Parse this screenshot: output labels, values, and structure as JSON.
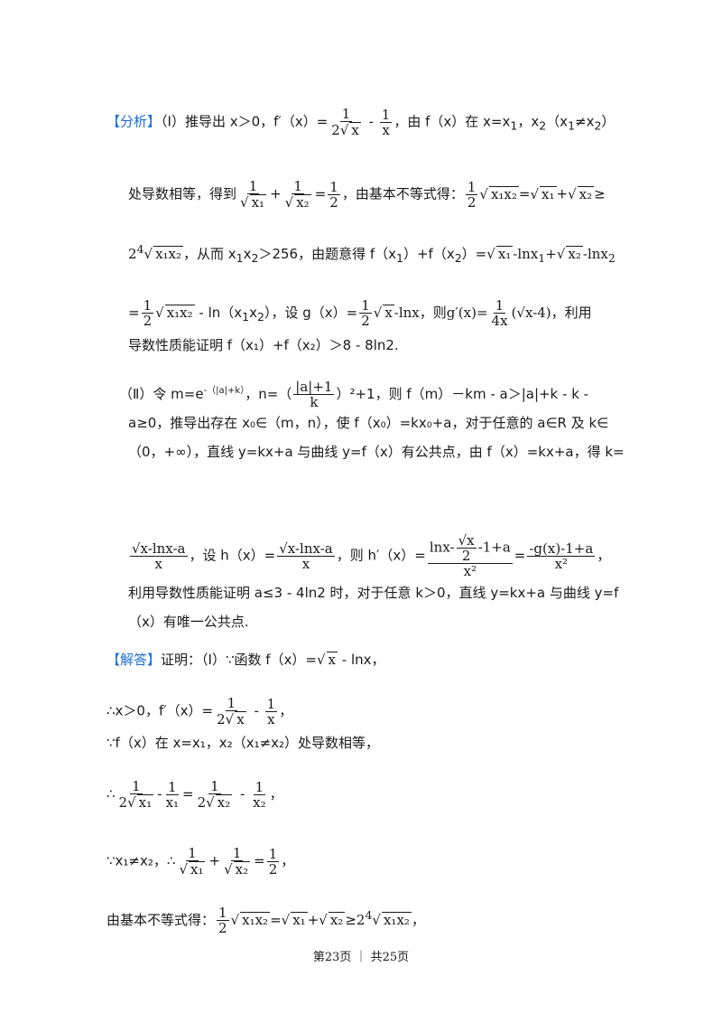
{
  "analysis": {
    "tag": "【分析】",
    "p1": {
      "pre": "（Ⅰ）推导出 x＞0，f′（x）=",
      "mid": " - ",
      "post": "，由 f（x）在 x=x",
      "tail": "，x",
      "tail2": "（x",
      "tail3": "≠x",
      "tail4": "）"
    },
    "l2": {
      "pre": "处导数相等，得到",
      "plus": "+",
      "eq": "=",
      "mid": "，由基本不等式得：",
      "eq2": "=",
      "plus2": "+",
      "ge": "≥"
    },
    "l3": {
      "pre": "2",
      "a": "，从而 x",
      "b": "x",
      "c": "＞256，由题意得 f（x",
      "d": "）+f（x",
      "e": "）=",
      "ln": "-lnx",
      "plus": "+",
      "ln2": "-lnx"
    },
    "l4": {
      "eq": "=",
      "a": " - ln（x",
      "b": "x",
      "c": "），设 g（x）=",
      "ln": "-lnx",
      "d": "，则",
      "g": "g′(x)=",
      "e": "，利用"
    },
    "l5": "导数性质能证明 f（x₁）+f（x₂）＞8 - 8ln2.",
    "l6": {
      "pre": "（Ⅱ）令 m=e",
      "sup": "-（|a|+k）",
      "a": "，n=（",
      "b": "）²+1，则 f（m）－km - a＞|a|+k - k -"
    },
    "l7": "a≥0，推导出存在 x₀∈（m，n），使 f（x₀）=kx₀+a，对于任意的 a∈R 及 k∈",
    "l8": "（0，+∞），直线 y=kx+a 与曲线 y=f（x）有公共点，由 f（x）=kx+a，得 k=",
    "l9": {
      "a": "，设 h（x）=",
      "b": "，则 h′（x）=",
      "eq": "=",
      "c": "，"
    },
    "l10": "利用导数性质能证明 a≤3 - 4ln2 时，对于任意 k＞0，直线 y=kx+a 与曲线 y=f",
    "l11": "（x）有唯一公共点."
  },
  "solution": {
    "tag": "【解答】",
    "s1": {
      "pre": "证明：（Ⅰ）∵函数 f（x）=",
      "post": " - lnx，"
    },
    "s2": {
      "pre": "∴x＞0，f′（x）=",
      "mid": " - ",
      "post": "，"
    },
    "s3": "∵f（x）在 x=x₁，x₂（x₁≠x₂）处导数相等，",
    "s4": {
      "pre": "∴",
      "minus": "-",
      "eq": "=",
      "minus2": " - ",
      "post": "，"
    },
    "s5": {
      "pre": "∵x₁≠x₂，∴",
      "plus": "+",
      "eq": "=",
      "post": "，"
    },
    "s6": {
      "pre": "由基本不等式得：",
      "eq": "=",
      "plus": "+",
      "ge": "≥",
      "post": "，"
    }
  },
  "math": {
    "one": "1",
    "two": "2",
    "four": "4",
    "x": "x",
    "x1": "x₁",
    "x2": "x₂",
    "x1x2": "x₁x₂",
    "sub1": "1",
    "sub2": "2",
    "x2sq": "x²",
    "fourx": "4x",
    "sqrtxminus4": "(√x-4)",
    "absa1": "|a|+1",
    "k": "k",
    "sqrtx_lnx_a": "√x-lnx-a",
    "lnx": "lnx-",
    "m1a": "-1+a",
    "gx": "-g(x)-1+a"
  },
  "footer": "第23页 ｜ 共25页"
}
